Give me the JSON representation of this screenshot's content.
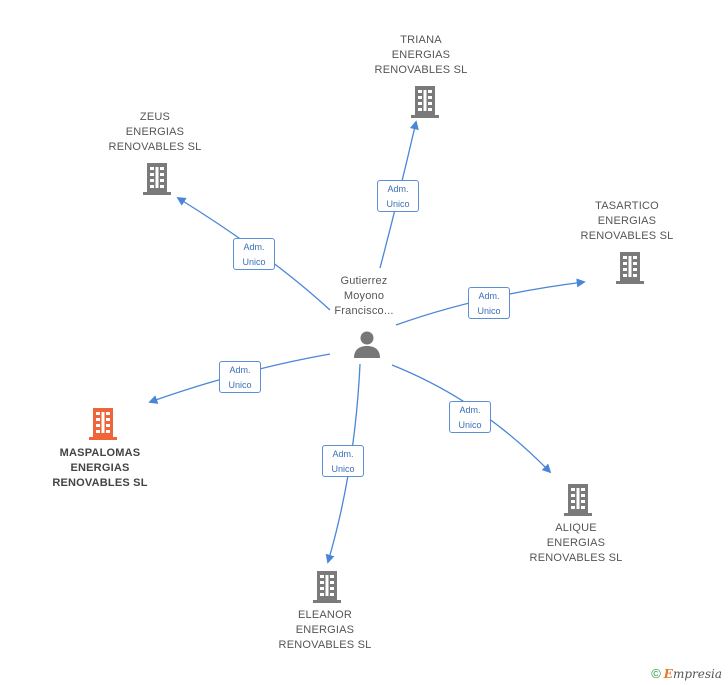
{
  "center": {
    "name_lines": [
      "Gutierrez",
      "Moyono",
      "Francisco..."
    ]
  },
  "relation": {
    "line1": "Adm.",
    "line2": "Unico"
  },
  "nodes": [
    {
      "key": "triana",
      "lines": [
        "TRIANA",
        "ENERGIAS",
        "RENOVABLES SL"
      ],
      "highlight": false
    },
    {
      "key": "zeus",
      "lines": [
        "ZEUS",
        "ENERGIAS",
        "RENOVABLES SL"
      ],
      "highlight": false
    },
    {
      "key": "tasartico",
      "lines": [
        "TASARTICO",
        "ENERGIAS",
        "RENOVABLES SL"
      ],
      "highlight": false
    },
    {
      "key": "maspalomas",
      "lines": [
        "MASPALOMAS",
        "ENERGIAS",
        "RENOVABLES SL"
      ],
      "highlight": true
    },
    {
      "key": "alique",
      "lines": [
        "ALIQUE",
        "ENERGIAS",
        "RENOVABLES SL"
      ],
      "highlight": false
    },
    {
      "key": "eleanor",
      "lines": [
        "ELEANOR",
        "ENERGIAS",
        "RENOVABLES SL"
      ],
      "highlight": false
    }
  ],
  "colors": {
    "link": "#4a86d8",
    "building": "#7a7a7a",
    "highlight": "#f0643a",
    "person": "#777777"
  },
  "footer": {
    "copyright": "©",
    "brand_initial": "E",
    "brand_rest": "mpresia"
  }
}
